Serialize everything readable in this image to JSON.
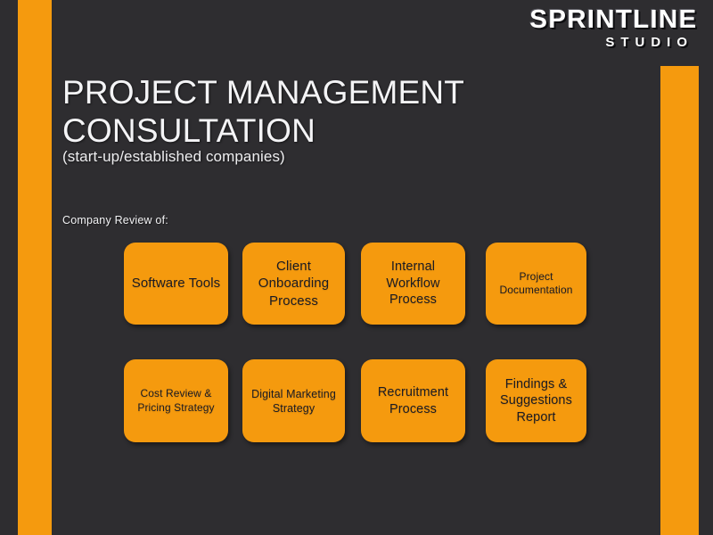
{
  "theme": {
    "background": "#2e2d30",
    "accent": "#f59a0e",
    "heading_color": "#f4f4f6",
    "card_text_color": "#1b1b24"
  },
  "logo": {
    "main": "SPRINTLINE",
    "sub": "STUDIO"
  },
  "heading": {
    "title": "PROJECT MANAGEMENT CONSULTATION",
    "subtitle": "(start-up/established companies)"
  },
  "body": {
    "section_label": "Company Review of:"
  },
  "cards": [
    {
      "label": "Software Tools"
    },
    {
      "label": "Client Onboarding Process"
    },
    {
      "label": "Internal Workflow Process"
    },
    {
      "label": "Project Documentation"
    },
    {
      "label": "Cost Review & Pricing Strategy"
    },
    {
      "label": "Digital Marketing Strategy"
    },
    {
      "label": "Recruitment Process"
    },
    {
      "label": "Findings & Suggestions Report"
    }
  ]
}
